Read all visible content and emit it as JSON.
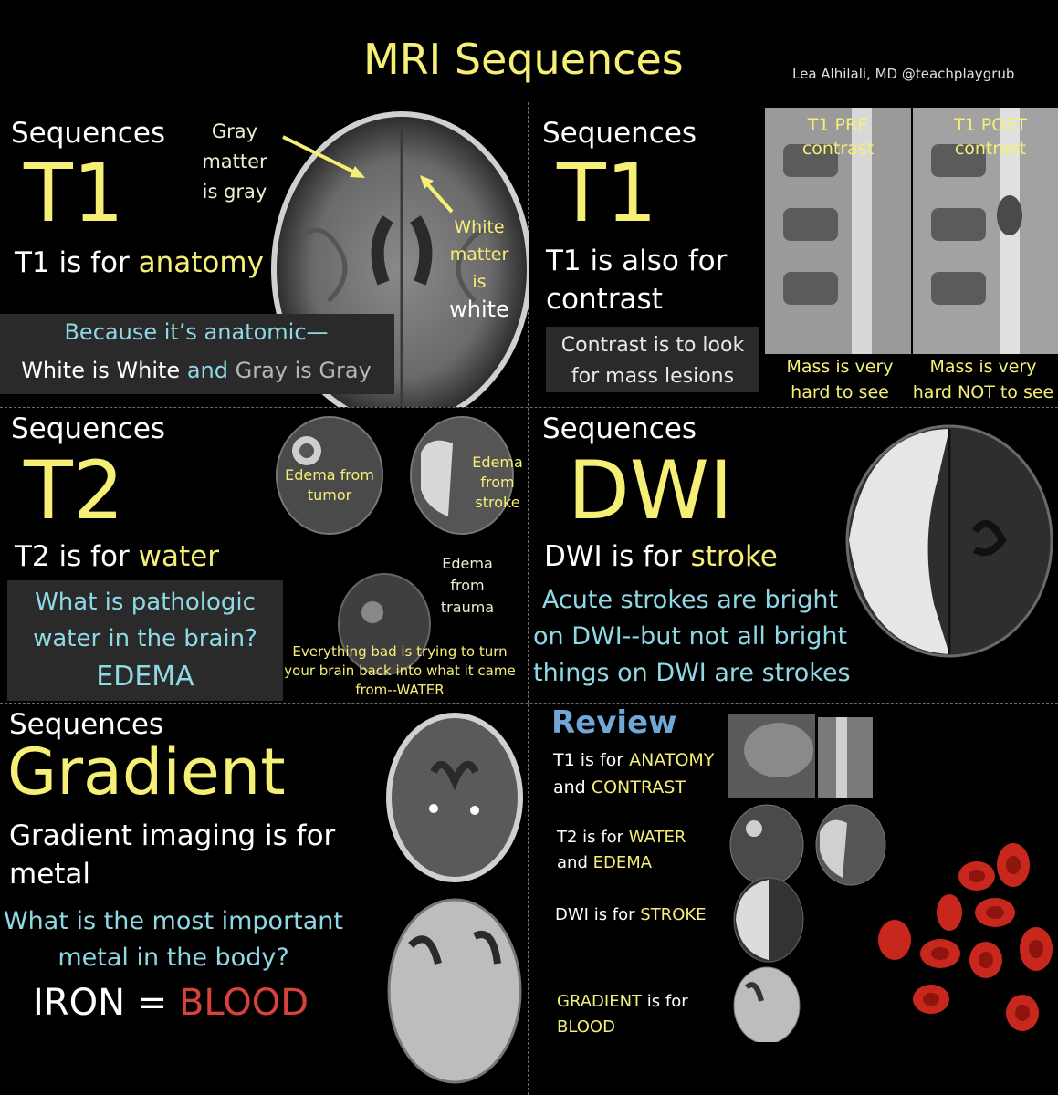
{
  "header": {
    "title": "MRI Sequences",
    "credit": "Lea Alhilali, MD @teachplaygrub"
  },
  "t1_anatomy": {
    "sequences": "Sequences",
    "name": "T1",
    "desc_prefix": "T1 is for ",
    "desc_accent": "anatomy",
    "gray_label_1": "Gray",
    "gray_label_2": "matter",
    "gray_label_3": "is gray",
    "white_label_1": "White",
    "white_label_2": "matter",
    "white_label_3": "is",
    "white_label_4": "white",
    "box_line1": "Because it’s anatomic—",
    "box_line2_a": "White is White",
    "box_line2_b": " and ",
    "box_line2_c": "Gray is Gray"
  },
  "t1_contrast": {
    "sequences": "Sequences",
    "name": "T1",
    "desc_line1": "T1 is also for",
    "desc_line2": "contrast",
    "box_line1": "Contrast is to look",
    "box_line2": "for mass lesions",
    "pre_1": "T1 PRE",
    "pre_2": "contrast",
    "post_1": "T1 POST",
    "post_2": "contrast",
    "pre_caption_1": "Mass is very",
    "pre_caption_2": "hard to see",
    "post_caption_1": "Mass is very",
    "post_caption_2": "hard NOT to see"
  },
  "t2": {
    "sequences": "Sequences",
    "name": "T2",
    "desc_prefix": "T2 is for ",
    "desc_accent": "water",
    "box_line1": "What is pathologic",
    "box_line2": "water in the brain?",
    "box_line3": "EDEMA",
    "tumor_1": "Edema from",
    "tumor_2": "tumor",
    "stroke_1": "Edema",
    "stroke_2": "from",
    "stroke_3": "stroke",
    "trauma_1": "Edema",
    "trauma_2": "from",
    "trauma_3": "trauma",
    "note_1": "Everything bad is trying to turn",
    "note_2": "your brain back into what it came",
    "note_3": "from--WATER"
  },
  "dwi": {
    "sequences": "Sequences",
    "name": "DWI",
    "desc_prefix": "DWI is for ",
    "desc_accent": "stroke",
    "line1": "Acute strokes are bright",
    "line2": "on DWI--but not all bright",
    "line3": "things on DWI are strokes"
  },
  "gradient": {
    "sequences": "Sequences",
    "name": "Gradient",
    "desc_line1": "Gradient imaging is for",
    "desc_line2": "metal",
    "q_line1": "What is the most important",
    "q_line2": "metal in the body?",
    "iron": "IRON = ",
    "blood": "BLOOD"
  },
  "review": {
    "title": "Review",
    "t1_a": "T1 is for ",
    "t1_b": "ANATOMY",
    "t1_c": "and ",
    "t1_d": "CONTRAST",
    "t2_a": "T2 is for ",
    "t2_b": "WATER",
    "t2_c": "and ",
    "t2_d": "EDEMA",
    "dwi_a": "DWI is for ",
    "dwi_b": "STROKE",
    "grad_a": "GRADIENT",
    "grad_b": " is for",
    "grad_c": "BLOOD"
  },
  "colors": {
    "accent_yellow": "#f6ef76",
    "accent_cyan": "#8fd8e6",
    "blood_red": "#d8423a",
    "review_blue": "#6fa8d6"
  }
}
